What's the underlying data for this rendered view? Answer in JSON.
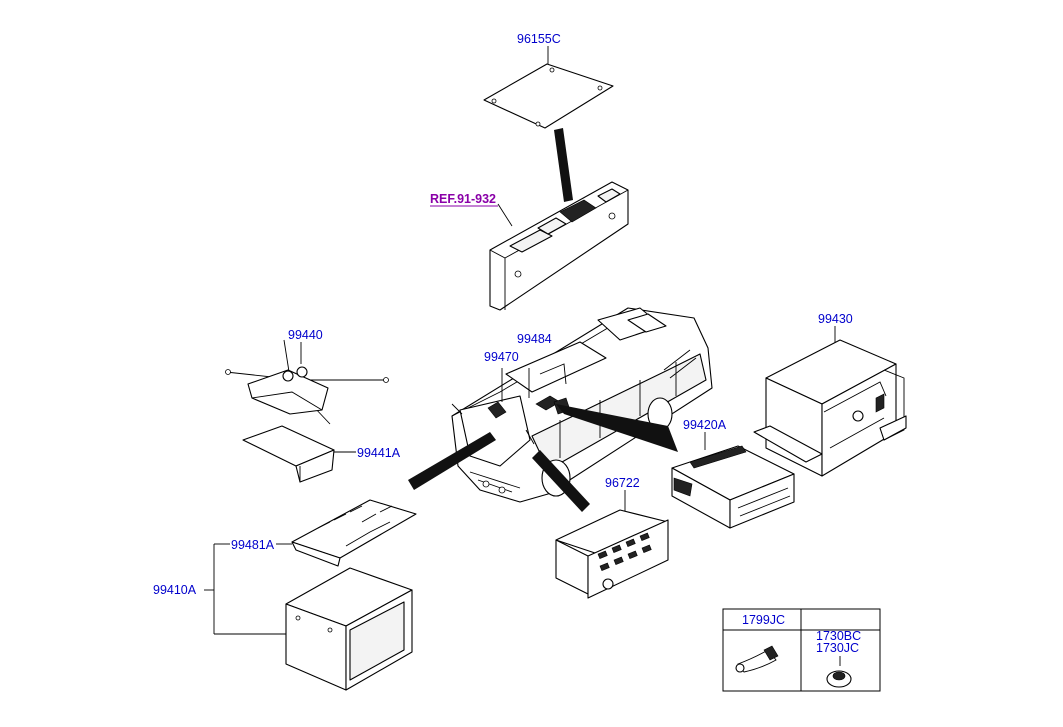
{
  "labels": {
    "p96155C": "96155C",
    "ref": "REF.91-932",
    "p99440": "99440",
    "p99441A": "99441A",
    "p99484": "99484",
    "p99470": "99470",
    "p99430": "99430",
    "p99420A": "99420A",
    "p96722": "96722",
    "p99481A": "99481A",
    "p99410A": "99410A"
  },
  "parts_table": {
    "col1_header": "1799JC",
    "col2_header": "",
    "col2_line1": "1730BC",
    "col2_line2": "1730JC"
  },
  "colors": {
    "label": "#0000cc",
    "reference": "#8a00a8",
    "linework": "#000000"
  }
}
